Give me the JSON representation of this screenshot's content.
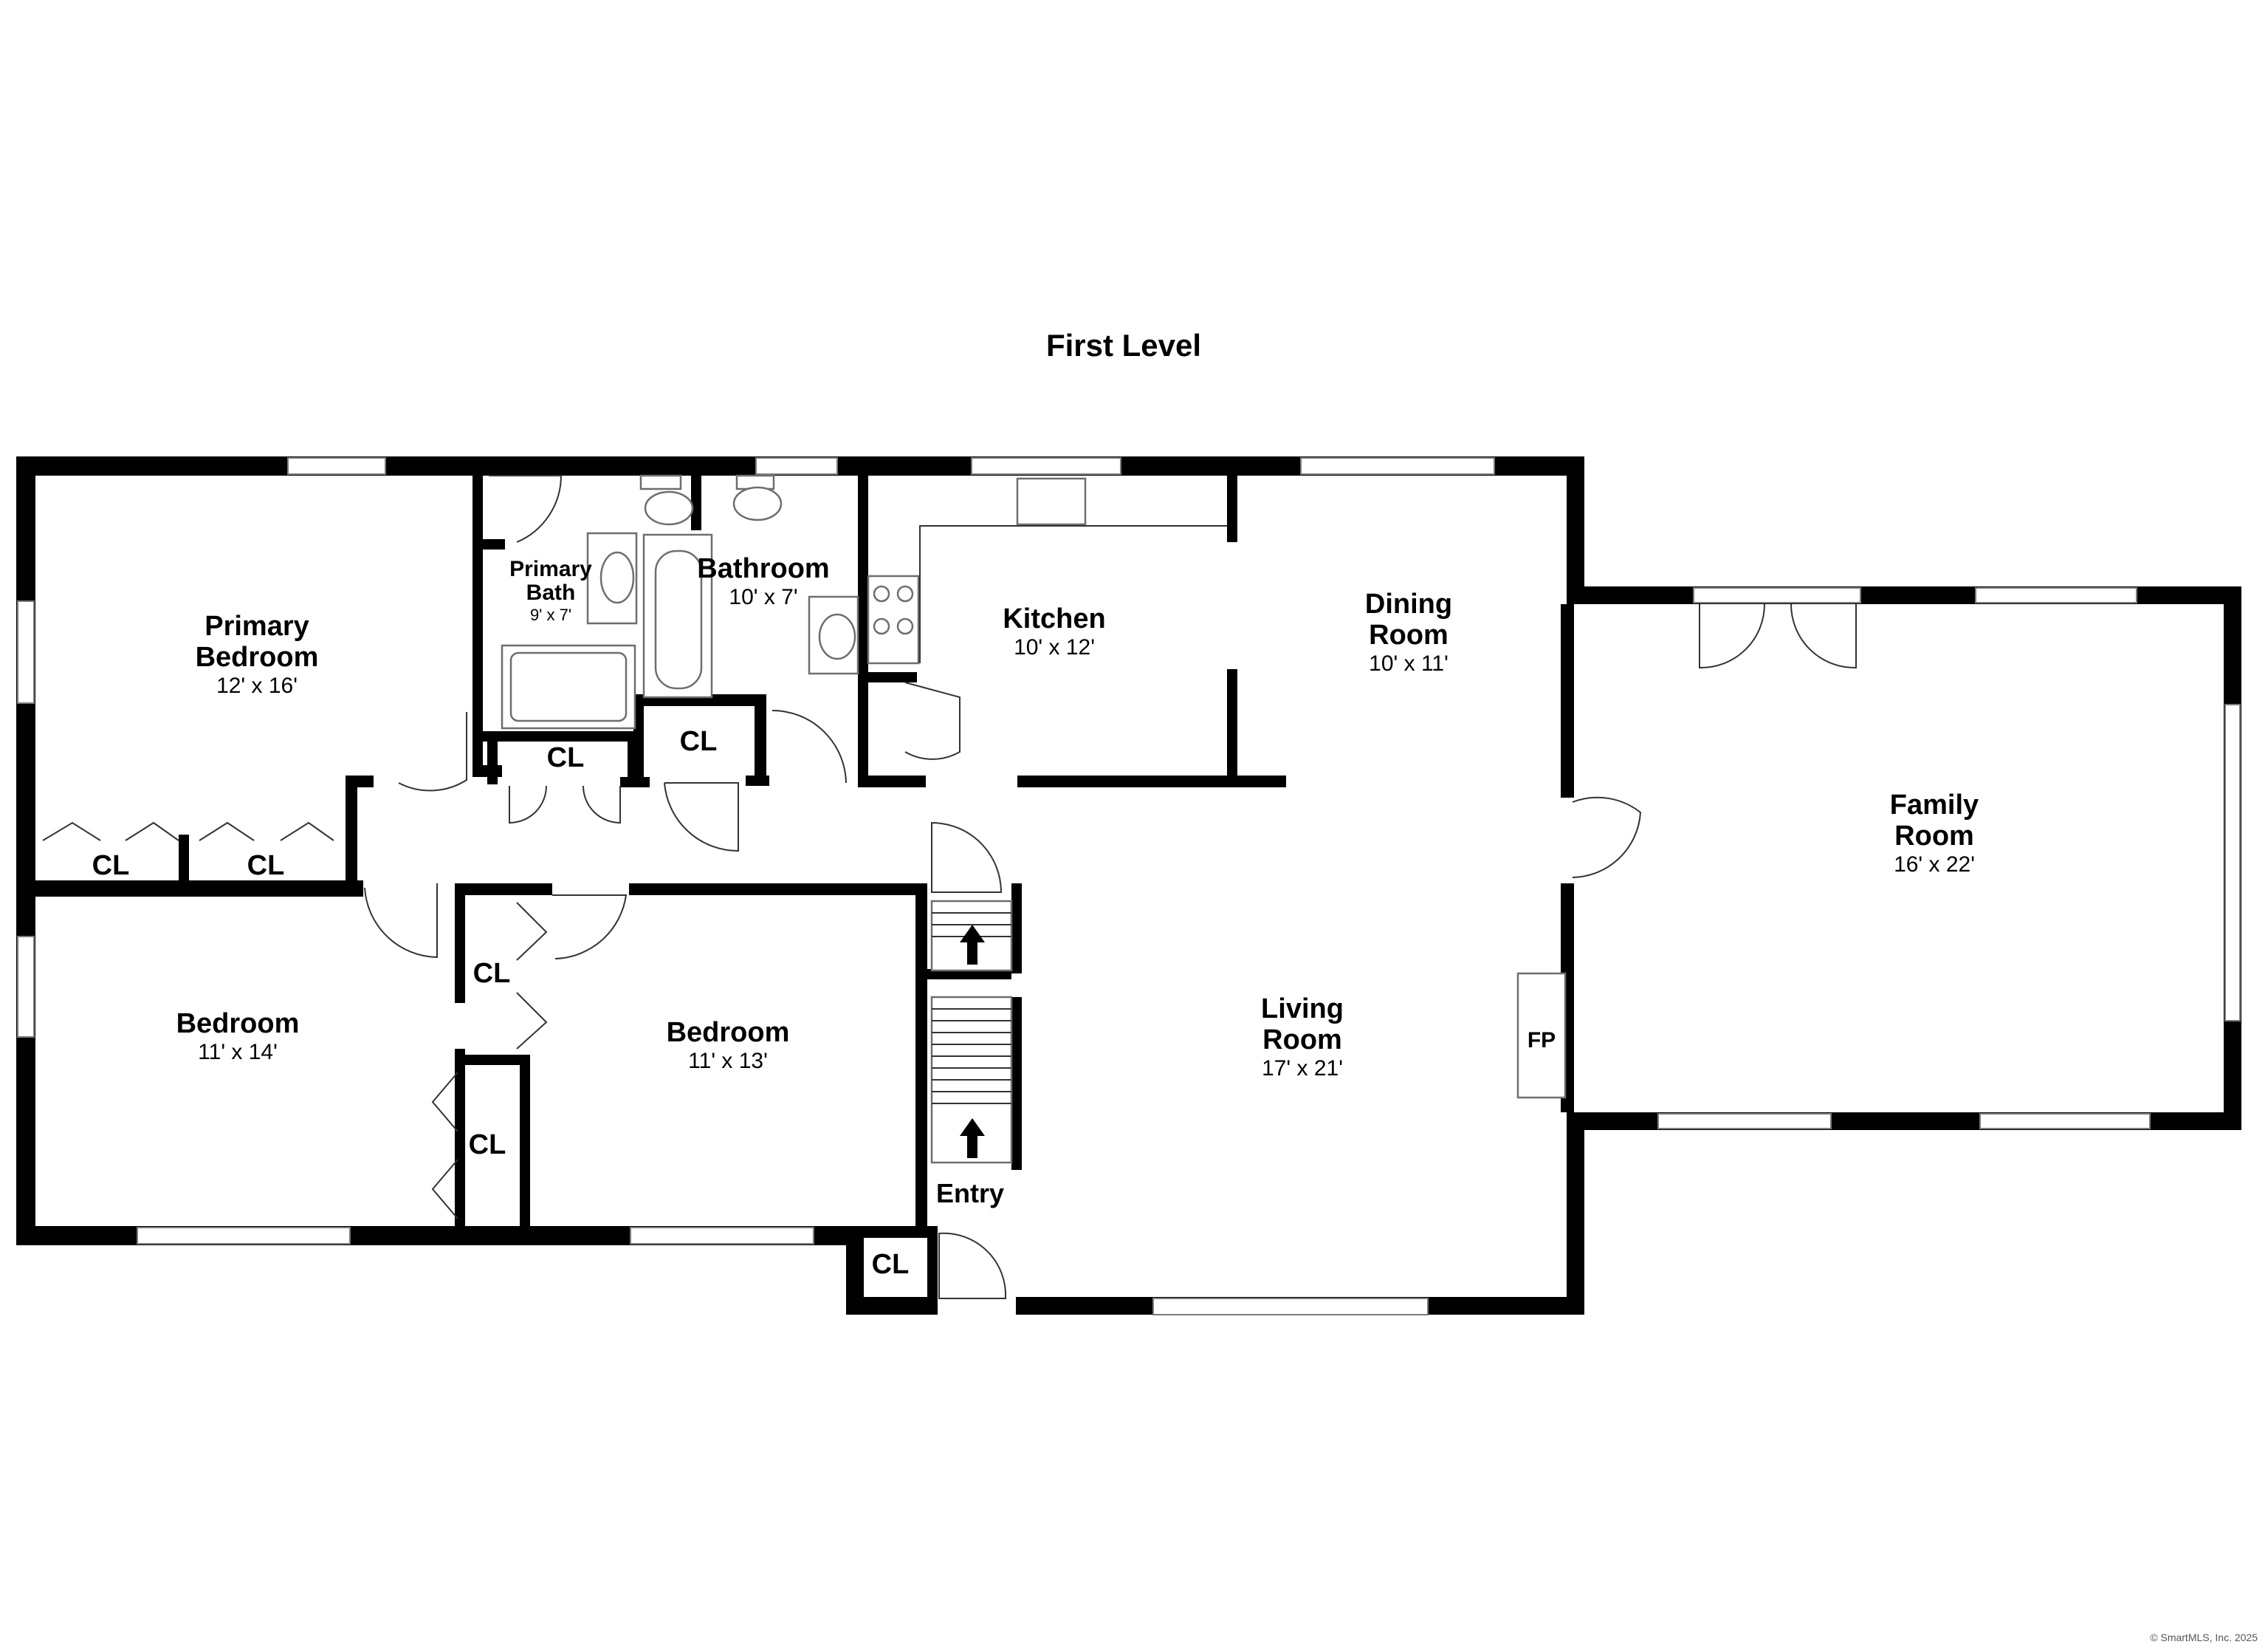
{
  "level_title": "First Level",
  "rooms": {
    "primary_bedroom": {
      "name_1": "Primary",
      "name_2": "Bedroom",
      "size": "12' x 16'"
    },
    "primary_bath": {
      "name_1": "Primary",
      "name_2": "Bath",
      "size": "9' x 7'"
    },
    "bathroom": {
      "name": "Bathroom",
      "size": "10' x 7'"
    },
    "kitchen": {
      "name": "Kitchen",
      "size": "10' x 12'"
    },
    "dining_room": {
      "name_1": "Dining",
      "name_2": "Room",
      "size": "10' x 11'"
    },
    "family_room": {
      "name_1": "Family",
      "name_2": "Room",
      "size": "16' x 22'"
    },
    "living_room": {
      "name_1": "Living",
      "name_2": "Room",
      "size": "17' x 21'"
    },
    "bedroom_left": {
      "name": "Bedroom",
      "size": "11' x 14'"
    },
    "bedroom_middle": {
      "name": "Bedroom",
      "size": "11' x 13'"
    },
    "entry": {
      "name": "Entry"
    }
  },
  "labels": {
    "closet": "CL",
    "fireplace": "FP"
  },
  "copyright": "© SmartMLS, Inc. 2025"
}
